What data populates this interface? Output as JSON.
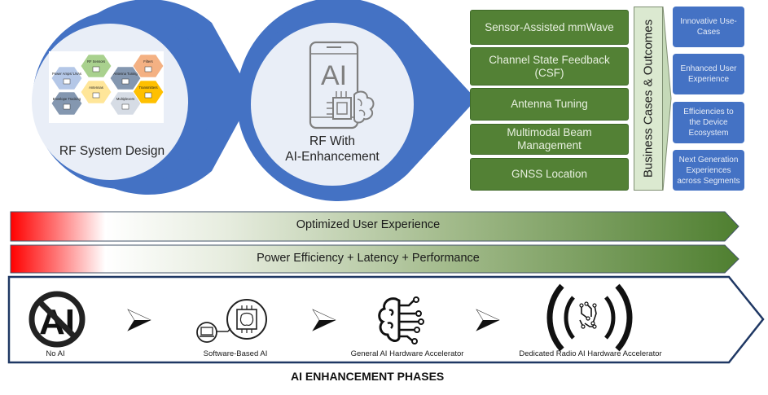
{
  "stages": {
    "rf_system_design": {
      "label": "RF System Design",
      "hex_components": [
        {
          "label": "Power Amps/ LNAs",
          "icon": "amplifier-icon",
          "color": "#b4c7e7"
        },
        {
          "label": "RF Sensors",
          "icon": "sensor-icon",
          "color": "#a9d18e"
        },
        {
          "label": "Antenna Tuning",
          "icon": "tuning-icon",
          "color": "#8497b0"
        },
        {
          "label": "Filters",
          "icon": "filter-icon",
          "color": "#f4b183"
        },
        {
          "label": "Antennas",
          "icon": "antenna-icon",
          "color": "#ffe699"
        },
        {
          "label": "Transmitters",
          "icon": "transmitter-icon",
          "color": "#ffc000"
        },
        {
          "label": "Envelope Tracking",
          "icon": "envelope-tracking-icon",
          "color": "#8497b0"
        },
        {
          "label": "Multiplexers",
          "icon": "multiplexer-icon",
          "color": "#d6dce5"
        }
      ]
    },
    "rf_with_ai": {
      "label_line1": "RF With",
      "label_line2": "AI-Enhancement",
      "icon_text": "AI"
    }
  },
  "use_cases": [
    {
      "line1": "Sensor-Assisted  mmWave",
      "line2": ""
    },
    {
      "line1": "Channel State Feedback",
      "line2": "(CSF)"
    },
    {
      "line1": "Antenna Tuning",
      "line2": ""
    },
    {
      "line1": "Multimodal Beam",
      "line2": "Management"
    },
    {
      "line1": "GNSS Location",
      "line2": ""
    }
  ],
  "business": {
    "title": "Business Cases & Outcomes",
    "outcomes": [
      {
        "line1": "Innovative Use-",
        "line2": "Cases",
        "line3": ""
      },
      {
        "line1": "Enhanced User",
        "line2": "Experience",
        "line3": ""
      },
      {
        "line1": "Efficiencies to",
        "line2": "the Device",
        "line3": "Ecosystem"
      },
      {
        "line1": "Next Generation",
        "line2": "Experiences",
        "line3": "across Segments"
      }
    ]
  },
  "gradient_bars": [
    {
      "label": "Optimized User Experience"
    },
    {
      "label": "Power Efficiency + Latency + Performance"
    }
  ],
  "phases": [
    {
      "label": "No AI",
      "icon": "no-ai-icon"
    },
    {
      "label": "Software-Based AI",
      "icon": "software-ai-icon"
    },
    {
      "label": "General AI Hardware Accelerator",
      "icon": "ai-brain-circuit-icon"
    },
    {
      "label": "Dedicated Radio AI Hardware Accelerator",
      "icon": "radio-ai-icon"
    }
  ],
  "footer": {
    "title": "AI ENHANCEMENT PHASES"
  },
  "colors": {
    "circle_blue": "#4472c4",
    "circle_fill": "#e9eef7",
    "use_case_green": "#538135",
    "outcome_blue": "#4472c4",
    "bar_red": "#ff0000",
    "bar_green": "#548235",
    "phase_border": "#1f3864"
  }
}
